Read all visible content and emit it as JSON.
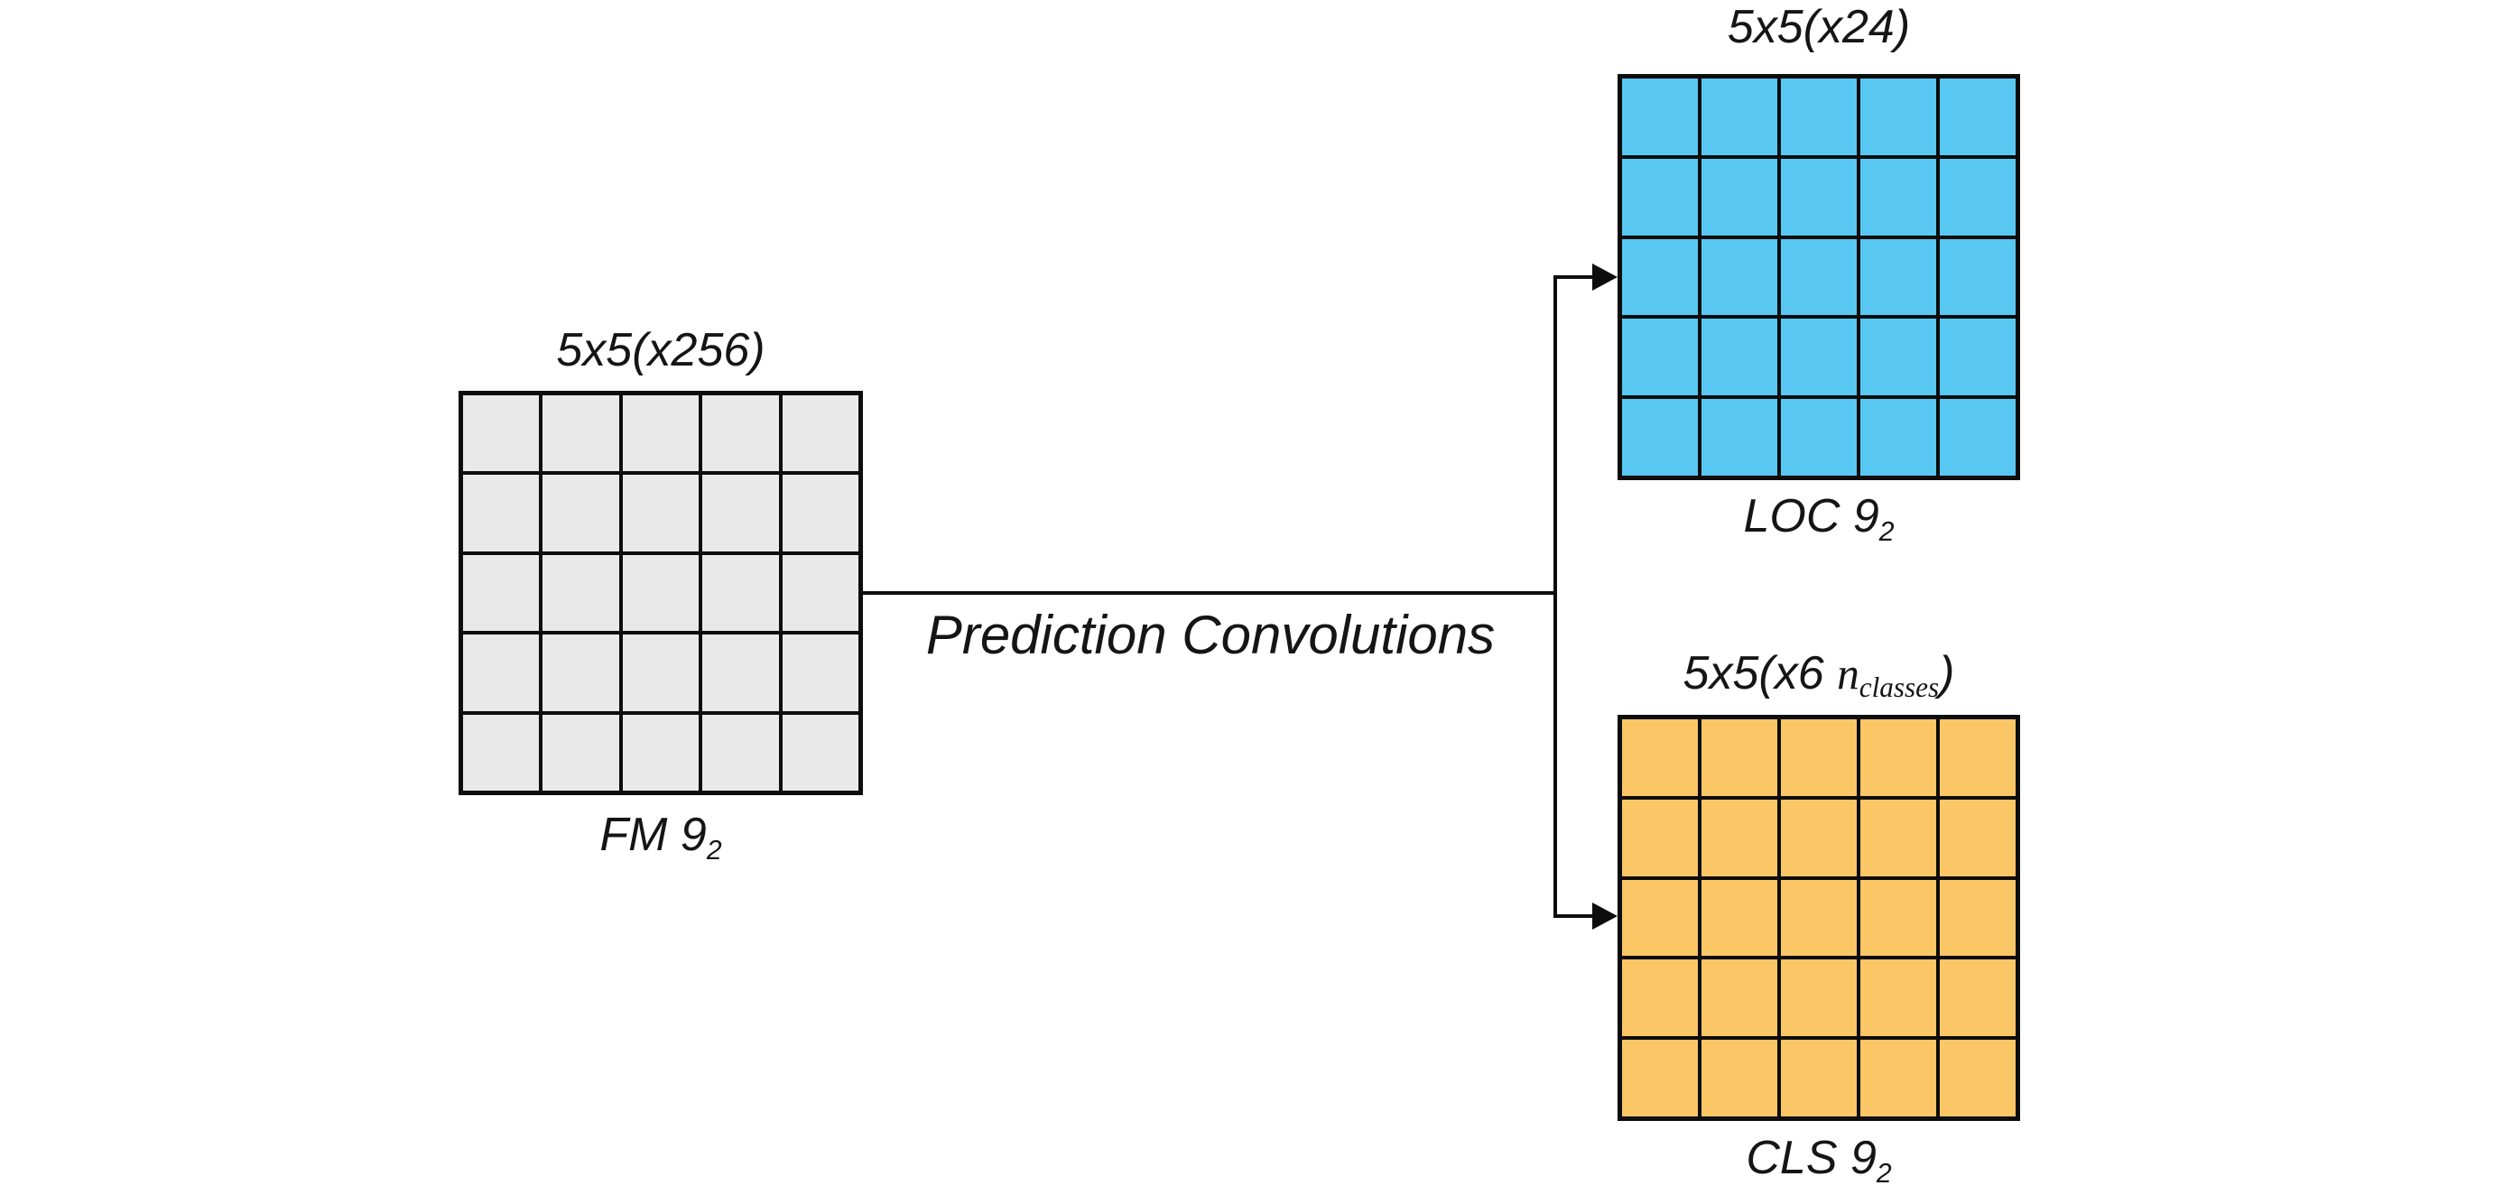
{
  "diagram": {
    "title": "Prediction Convolutions",
    "line_color": "#0d0d0d",
    "feature_map": {
      "top_label": "5x5(x256)",
      "bottom_label_main": "FM 9",
      "bottom_label_sub": "2",
      "rows": 5,
      "cols": 5,
      "fill": "#e9e9e9"
    },
    "loc_output": {
      "top_label": "5x5(x24)",
      "bottom_label_main": "LOC 9",
      "bottom_label_sub": "2",
      "rows": 5,
      "cols": 5,
      "fill": "#58c8f2"
    },
    "cls_output": {
      "top_label_prefix": "5x5(x6 ",
      "top_label_var": "n",
      "top_label_var_sub": "classes",
      "top_label_suffix": ")",
      "bottom_label_main": "CLS 9",
      "bottom_label_sub": "2",
      "rows": 5,
      "cols": 5,
      "fill": "#fac666"
    }
  }
}
